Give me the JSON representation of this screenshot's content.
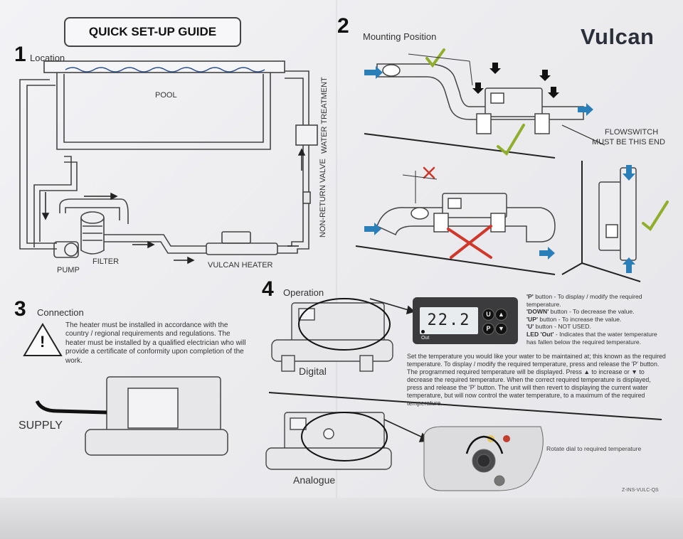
{
  "header": {
    "title": "QUICK SET-UP GUIDE",
    "logo": "Vulcan"
  },
  "section1": {
    "number": "1",
    "title": "Location",
    "pool": "POOL",
    "pump": "PUMP",
    "filter": "FILTER",
    "heater": "VULCAN HEATER",
    "water_treatment": "WATER TREATMENT",
    "non_return_valve": "NON-RETURN VALVE"
  },
  "section2": {
    "number": "2",
    "title": "Mounting Position",
    "flowswitch_line1": "FLOWSWITCH",
    "flowswitch_line2": "MUST BE THIS END"
  },
  "section3": {
    "number": "3",
    "title": "Connection",
    "warning": "The heater must be installed in accordance with the country / regional requirements and regulations. The heater must be installed by a qualified electrician who will provide a certificate of conformity upon completion of the work.",
    "supply": "SUPPLY"
  },
  "section4": {
    "number": "4",
    "title": "Operation",
    "digital": "Digital",
    "analogue": "Analogue",
    "display_value": "22.2",
    "out_label": "Out",
    "buttons": {
      "up": "U",
      "p": "P"
    },
    "legend": [
      {
        "key": "'P'",
        "text": " button - To display / modify the required temperature."
      },
      {
        "key": "'DOWN'",
        "text": " button - To decrease the value."
      },
      {
        "key": "'UP'",
        "text": " button - To increase the value."
      },
      {
        "key": "'U'",
        "text": " button - NOT USED."
      },
      {
        "key": "LED 'Out'",
        "text": " - Indicates that the water temperature has fallen below the required temperature."
      }
    ],
    "instructions": "Set the temperature you would like your water to be maintained at; this known as the required temperature. To display / modify the required temperature, press and release the 'P' button. The programmed required temperature will be displayed. Press ▲ to increase or ▼ to decrease the required temperature. When the correct required temperature is displayed, press and release the 'P' button. The unit will then revert to displaying the current water temperature, but will now control the water temperature, to a maximum of the required temperature.",
    "rotate_note": "Rotate dial to required temperature"
  },
  "footer": {
    "code": "Z-INS-VULC-QS"
  },
  "colors": {
    "tick": "#8fae2c",
    "cross": "#d0372a",
    "arrow": "#2a7fb8",
    "line": "#444444"
  }
}
